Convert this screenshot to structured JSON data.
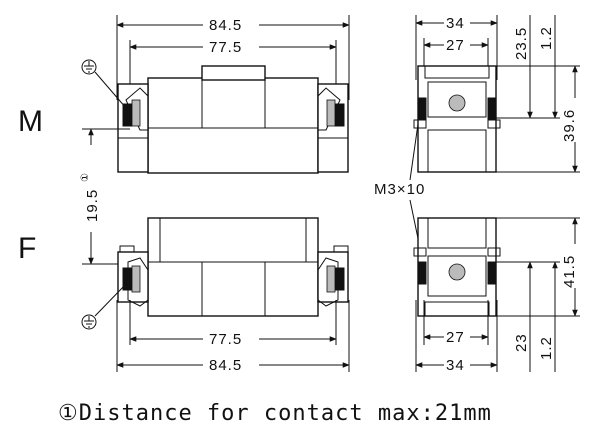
{
  "views": {
    "male_label": "M",
    "female_label": "F"
  },
  "dimensions": {
    "m_overall_width": "84.5",
    "m_inner_width": "77.5",
    "m_side_width": "34",
    "m_side_inner": "27",
    "m_height_23_5": "23.5",
    "m_height_1_2": "1.2",
    "m_height_39_6": "39.6",
    "gap_distance": "19.5",
    "gap_note_mark": "①",
    "screw_spec": "M3×10",
    "f_inner_width": "77.5",
    "f_overall_width": "84.5",
    "f_side_inner": "27",
    "f_side_width": "34",
    "f_height_41_5": "41.5",
    "f_height_23": "23",
    "f_height_1_2": "1.2"
  },
  "footnote": {
    "text": "①Distance for contact max:21mm"
  },
  "icons": {
    "ground_top": "ground-symbol-icon",
    "ground_bottom": "ground-symbol-icon"
  }
}
